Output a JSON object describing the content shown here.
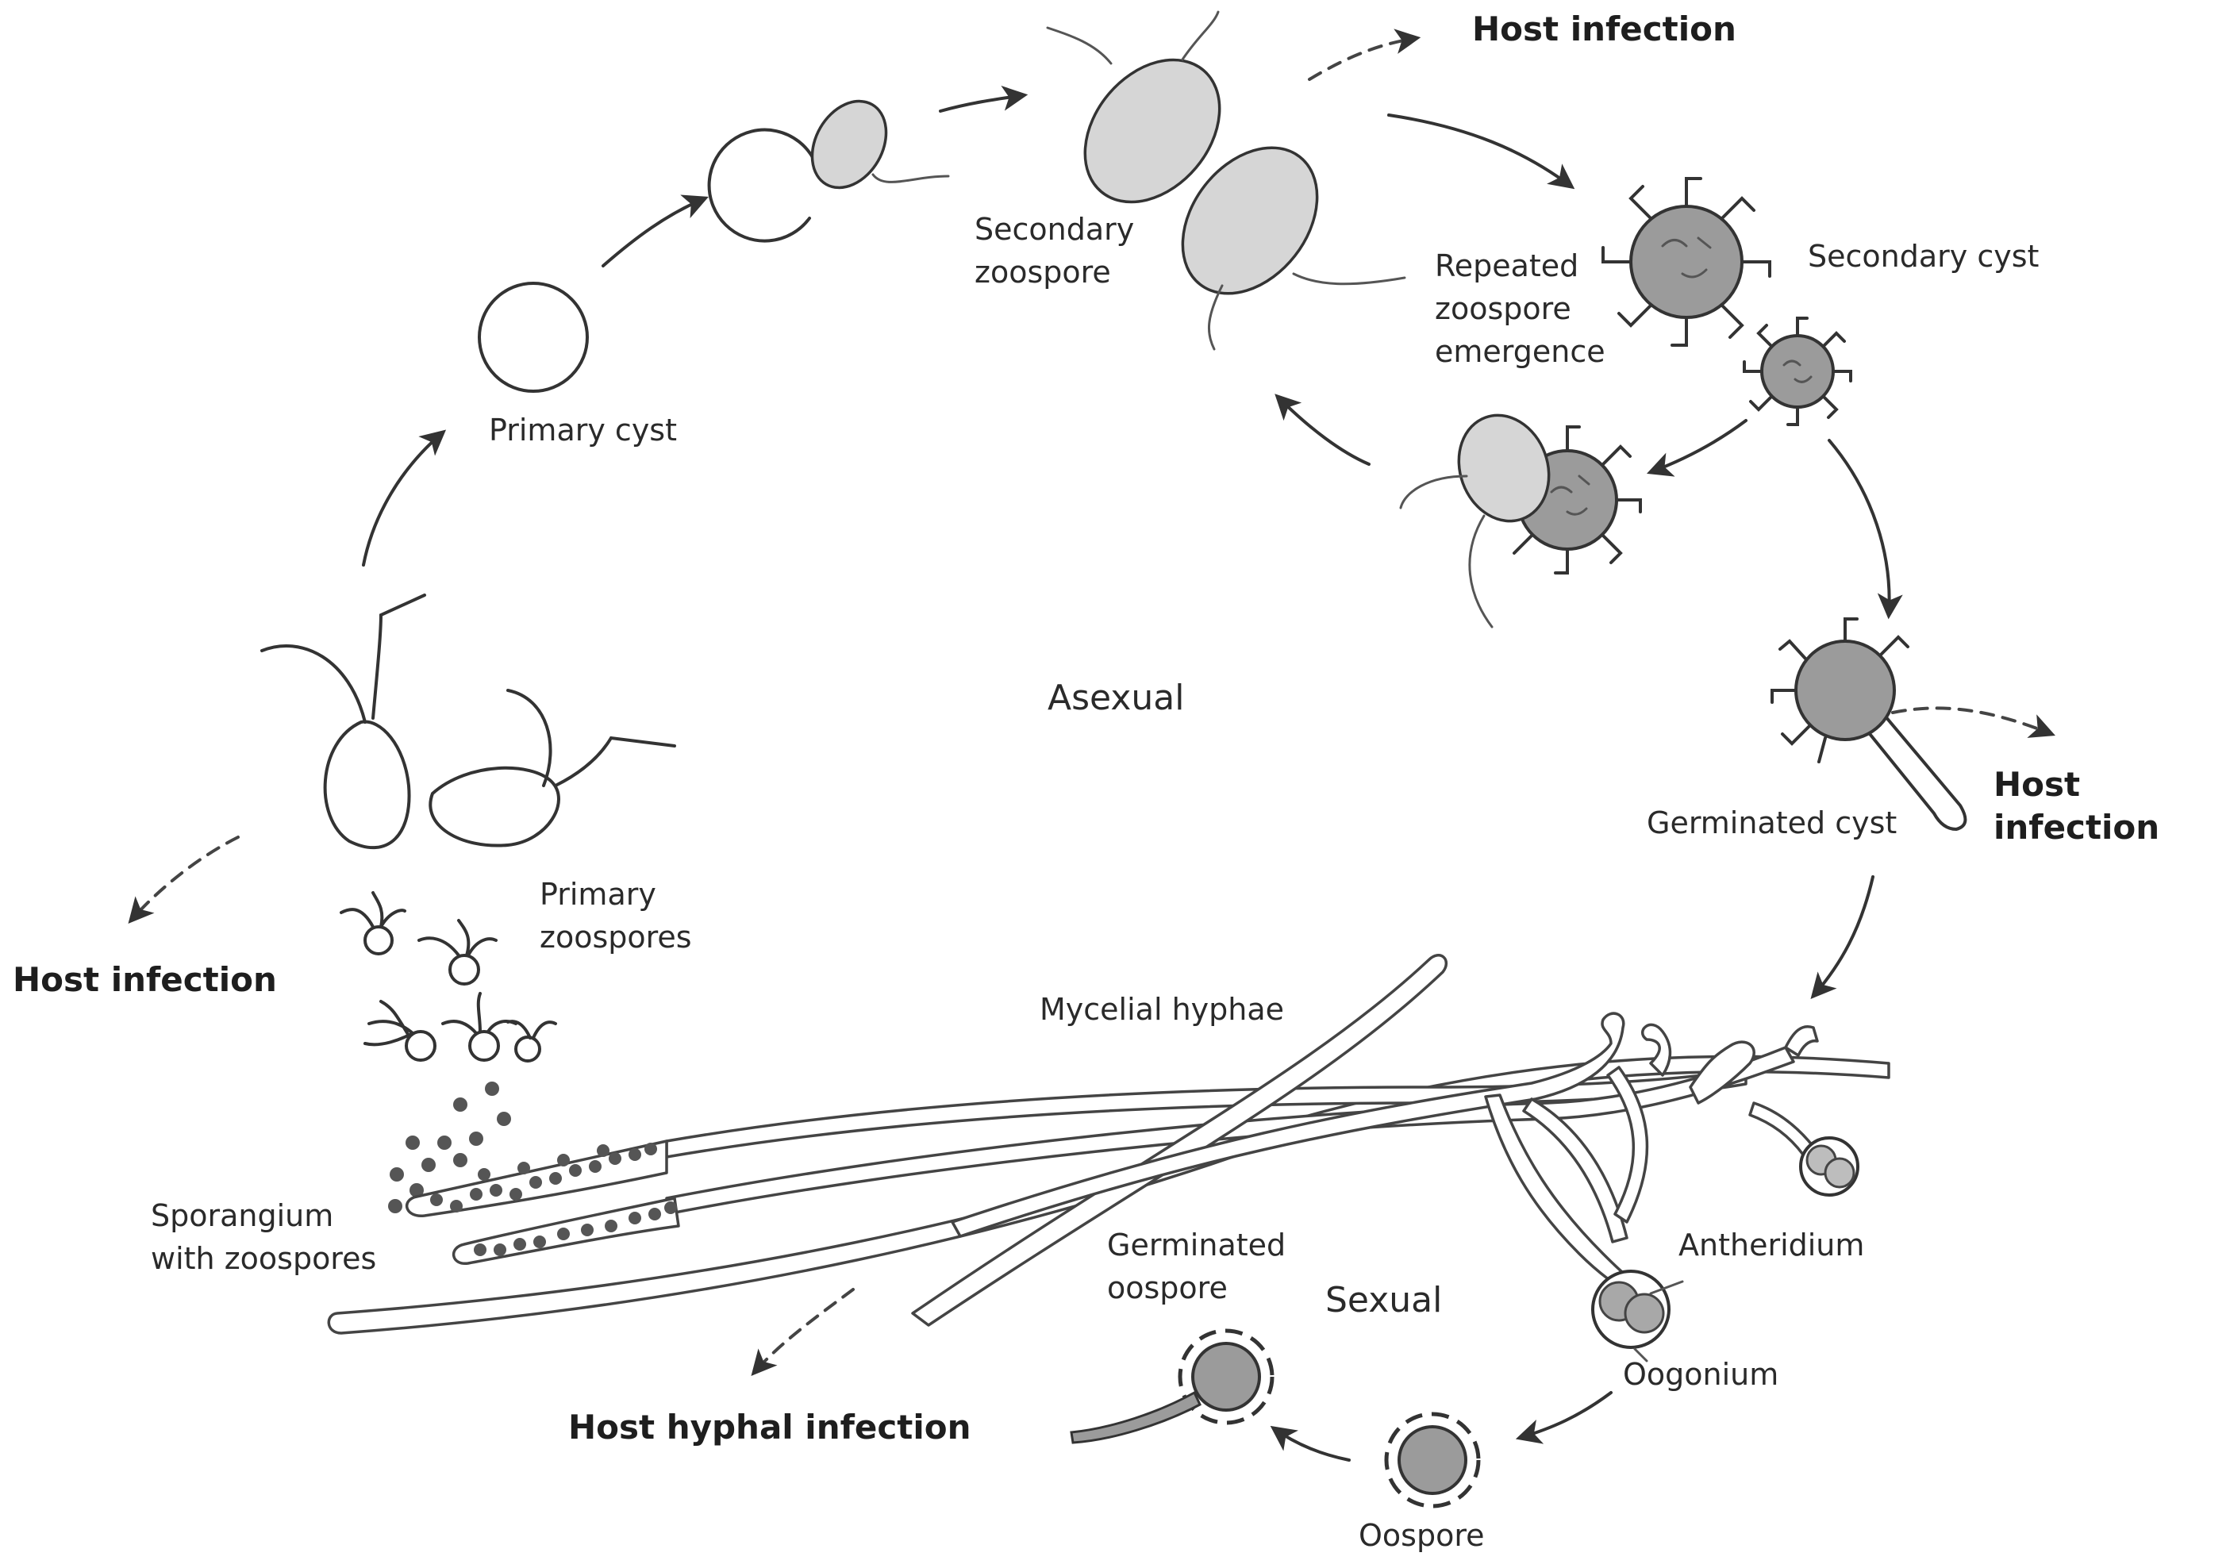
{
  "labels": {
    "host_infection_top": "Host infection",
    "host_infection_right": "Host infection",
    "host_infection_left": "Host infection",
    "host_hyphal_infection": "Host hyphal infection",
    "secondary_zoospore": "Secondary\nzoospore",
    "repeated_emergence": "Repeated\nzoospore\nemergence",
    "secondary_cyst": "Secondary cyst",
    "primary_cyst": "Primary cyst",
    "asexual": "Asexual",
    "sexual": "Sexual",
    "germinated_cyst": "Germinated cyst",
    "primary_zoospores": "Primary\nzoospores",
    "mycelial_hyphae": "Mycelial hyphae",
    "sporangium": "Sporangium\nwith zoospores",
    "antheridium": "Antheridium",
    "oogonium": "Oogonium",
    "germinated_oospore": "Germinated\noospore",
    "oospore": "Oospore"
  },
  "colors": {
    "line": "#333333",
    "light_fill": "#d6d6d6",
    "dark_fill": "#9b9b9b"
  }
}
